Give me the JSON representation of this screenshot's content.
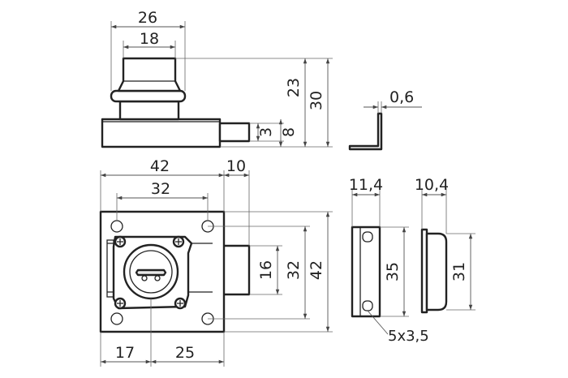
{
  "dimensions": {
    "top_outer_width": "26",
    "top_inner_width": "18",
    "top_height_23": "23",
    "top_height_30": "30",
    "bolt_3": "3",
    "bolt_8": "8",
    "thickness": "0,6",
    "front_width_42": "42",
    "bolt_length_10": "10",
    "front_holes_32": "32",
    "front_height_16": "16",
    "front_height_32": "32",
    "front_height_42": "42",
    "bottom_17": "17",
    "bottom_25": "25",
    "side_width_11_4": "11,4",
    "side_height_35": "35",
    "slot_size": "5x3,5",
    "plate_width_10_4": "10,4",
    "plate_height_31": "31"
  }
}
